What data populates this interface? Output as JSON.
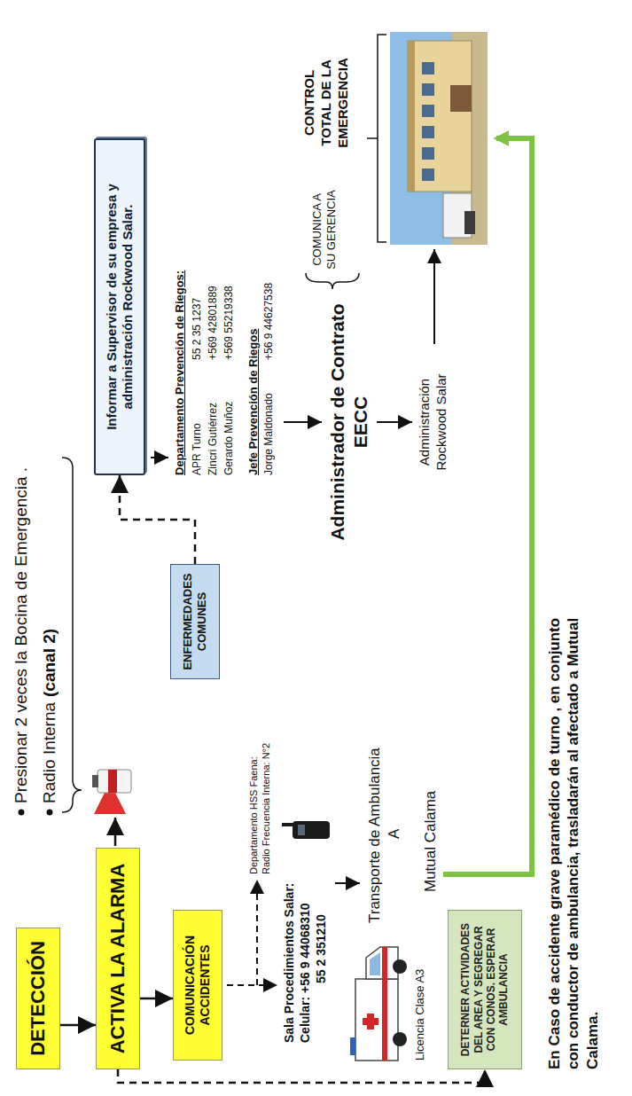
{
  "diagram": {
    "nodes": [
      {
        "text": [
          "DETECCIÓN"
        ]
      },
      {
        "text": [
          "ACTIVA LA ALARMA"
        ]
      },
      {
        "text": [
          "COMUNICACIÓN ACCIDENTES"
        ]
      },
      {
        "text": [
          "ENFERMEDADES COMUNES"
        ]
      },
      {
        "text": [
          "Informar a Supervisor de su empresa y administración Rockwood Salar."
        ]
      },
      {
        "text": [
          "DETERNER ACTIVIDADES DEL AREA Y SEGREGAR CON CONOS. ESPERAR AMBULANCIA"
        ]
      }
    ],
    "edges": [
      {
        "from": 0,
        "to": 1,
        "arrow": "to"
      },
      {
        "from": 1,
        "to": 2,
        "arrow": "to"
      },
      {
        "from": 1,
        "to": 5,
        "arrow": "to"
      },
      {
        "from": 3,
        "to": 4,
        "arrow": "to"
      }
    ],
    "labels": [
      "Presionar 2 veces la Bocina de Emergencia .",
      "Radio Interna",
      "(canal 2)",
      "Departamento HSS Faena:",
      "Radio Frecuencia Interna: N°2",
      "Sala Procedimientos Salar:",
      "Celular: +56 9 44068310",
      "55 2 351210",
      "Licencia Clase A3",
      "Transporte de Ambulancia",
      "A",
      "Mutual Calama",
      "Departamento Prevención de Riegos:",
      "APR Turno",
      "55 2 35 1237",
      "Zincri Gutiérrez",
      "+569 42801889",
      "Gerardo Muñoz",
      "+569 55219338",
      "Jefe Prevención de Riegos",
      "Jorge Maldonado",
      "+56 9 44627538",
      "Administrador de Contrato EECC",
      "COMUNICA A SU GERENCIA",
      "Administración Rockwood Salar",
      "CONTROL TOTAL DE LA EMERGENCIA",
      "En Caso de accidente grave paramédico de turno , en conjunto con conductor de ambulancia, trasladarán al afectado a Mutual Calama."
    ]
  }
}
